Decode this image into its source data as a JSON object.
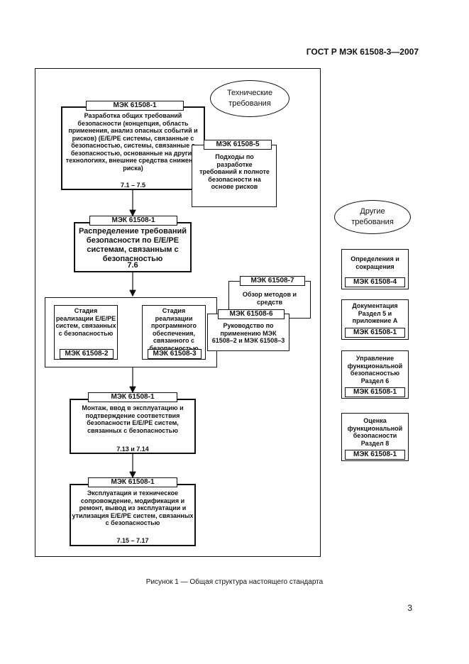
{
  "header": "ГОСТ Р МЭК 61508-3—2007",
  "tech_ellipse": "Технические требования",
  "other_ellipse": "Другие требования",
  "box1": {
    "label": "МЭК 61508-1",
    "text": "Разработка общих требований безопасности (концепция, область применения, анализ опасных событий и рисков) (E/E/PE системы, связанные с безопасностью, системы, связанные с безопасностью, основанные на других технологиях, внешние средства снижения риска)",
    "ref": "7.1 – 7.5"
  },
  "box5": {
    "label": "МЭК 61508-5",
    "text": "Подходы по разработке требований к полноте безопасности на основе рисков"
  },
  "box2": {
    "label": "МЭК 61508-1",
    "text": "Распределение требований безопасности по E/E/PE системам, связанным с безопасностью",
    "ref": "7.6"
  },
  "box7": {
    "label": "МЭК 61508-7",
    "text": "Обзор методов и средств"
  },
  "box6": {
    "label": "МЭК 61508-6",
    "text": "Руководство по применению МЭК 61508–2 и МЭК 61508–3"
  },
  "stage_hw": {
    "text": "Стадия реализации E/E/PE систем, связанных с безопасностью",
    "label": "МЭК 61508-2"
  },
  "stage_sw": {
    "text": "Стадия реализации программного обеспечения, связанного с безопасностью",
    "label": "МЭК 61508-3"
  },
  "box3": {
    "label": "МЭК 61508-1",
    "text": "Монтаж, ввод в эксплуатацию и подтверждение соответствия безопасности E/E/PE систем, связанных с безопасностью",
    "ref": "7.13 и 7.14"
  },
  "box4": {
    "label": "МЭК 61508-1",
    "text": "Эксплуатация и техническое сопровождение, модификация и ремонт, вывод из эксплуатации и утилизация E/E/PE систем, связанных с безопасностью",
    "ref": "7.15 – 7.17"
  },
  "side": [
    {
      "text": "Определения и сокращения",
      "label": "МЭК 61508-4"
    },
    {
      "text": "Документация Раздел 5 и приложение А",
      "label": "МЭК 61508-1"
    },
    {
      "text": "Управление функциональной безопасностью Раздел 6",
      "label": "МЭК 61508-1"
    },
    {
      "text": "Оценка функциональной безопасности Раздел 8",
      "label": "МЭК 61508-1"
    }
  ],
  "caption": "Рисунок 1 — Общая структура настоящего стандарта",
  "page_number": "3"
}
